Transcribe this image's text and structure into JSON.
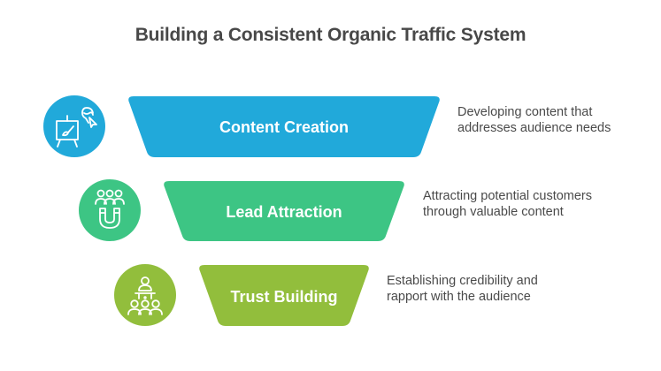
{
  "title": "Building a Consistent Organic Traffic System",
  "stages": [
    {
      "label": "Content Creation",
      "description": "Developing content that addresses audience needs",
      "color": "#21A9DA",
      "icon": "presentation-easel-icon"
    },
    {
      "label": "Lead Attraction",
      "description": "Attracting potential customers through valuable content",
      "color": "#3DC584",
      "icon": "magnet-people-icon"
    },
    {
      "label": "Trust Building",
      "description": "Establishing credibility and rapport with the audience",
      "color": "#92BE3C",
      "icon": "speaker-audience-icon"
    }
  ]
}
